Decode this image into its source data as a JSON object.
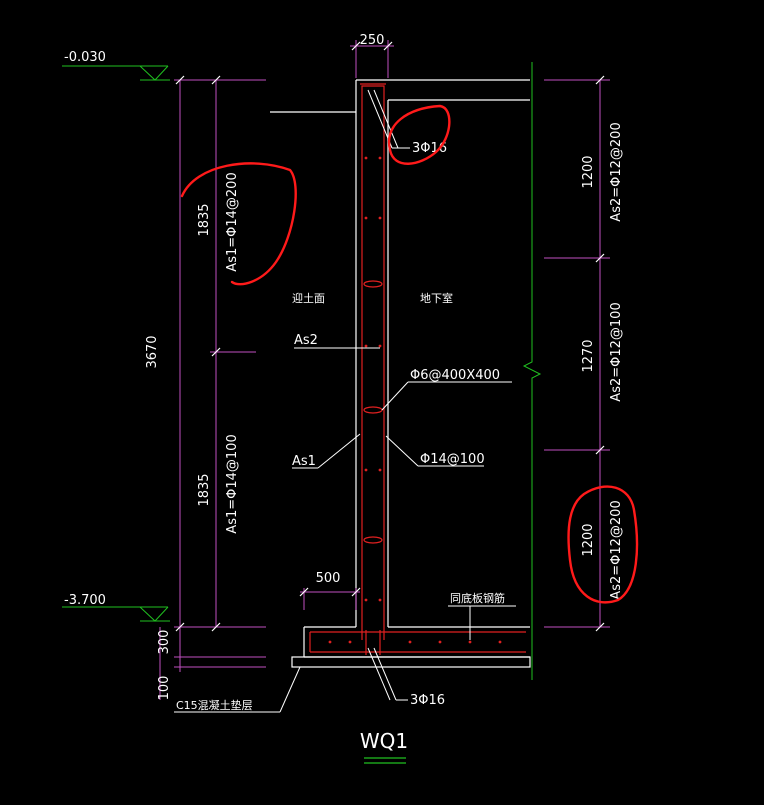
{
  "drawing": {
    "title": "WQ1",
    "colors": {
      "background": "#000000",
      "dimension": "#c050c0",
      "wall_outline": "#ffffff",
      "rebar": "#e02020",
      "level_marker": "#20c020",
      "break_line": "#20c020",
      "markup": "#ff1a1a"
    },
    "levels": {
      "top": "-0.030",
      "bottom": "-3.700"
    },
    "dimensions": {
      "wall_thickness": "250",
      "total_height": "3670",
      "upper_half": "1835",
      "lower_half": "1835",
      "slab_thickness": "300",
      "cushion": "100",
      "toe_width": "500",
      "right_top": "1200",
      "right_mid": "1270",
      "right_bottom": "1200"
    },
    "rebar_labels": {
      "as1_upper": "As1=Φ14@200",
      "as1_lower": "As1=Φ14@100",
      "as2_top": "As2=Φ12@200",
      "as2_mid": "As2=Φ12@100",
      "as2_bottom": "As2=Φ12@200",
      "top_bars": "3Φ16",
      "bottom_bars": "3Φ16",
      "tie": "Φ6@400X400",
      "vertical": "Φ14@100",
      "as1_tag": "As1",
      "as2_tag": "As2"
    },
    "notes": {
      "soil_side": "迎土面",
      "basement": "地下室",
      "slab_rebar": "同底板钢筋",
      "cushion_layer": "C15混凝土垫层"
    },
    "icons": [
      "level-triangle-icon",
      "break-line-icon"
    ]
  }
}
